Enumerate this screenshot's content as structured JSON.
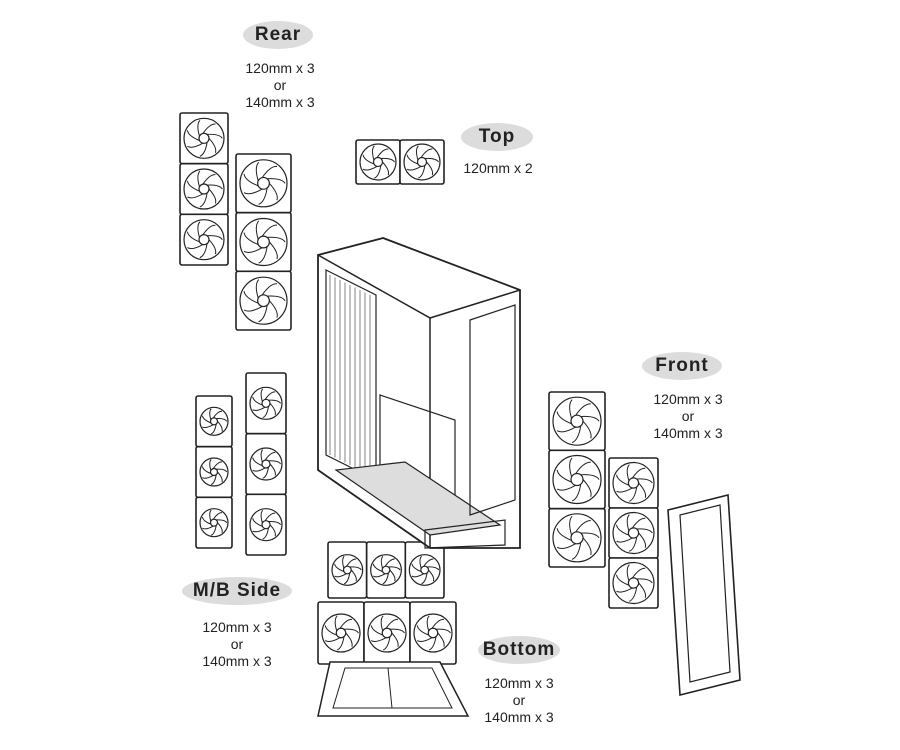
{
  "labels": {
    "rear": {
      "title": "Rear",
      "line1": "120mm x 3",
      "line2": "or",
      "line3": "140mm x 3"
    },
    "top": {
      "title": "Top",
      "line1": "120mm x 2"
    },
    "front": {
      "title": "Front",
      "line1": "120mm x 3",
      "line2": "or",
      "line3": "140mm x 3"
    },
    "mb_side": {
      "title": "M/B Side",
      "line1": "120mm x 3",
      "line2": "or",
      "line3": "140mm x 3"
    },
    "bottom": {
      "title": "Bottom",
      "line1": "120mm x 3",
      "line2": "or",
      "line3": "140mm x 3"
    }
  },
  "colors": {
    "pill": "#dcdcdc",
    "line": "#222222"
  }
}
